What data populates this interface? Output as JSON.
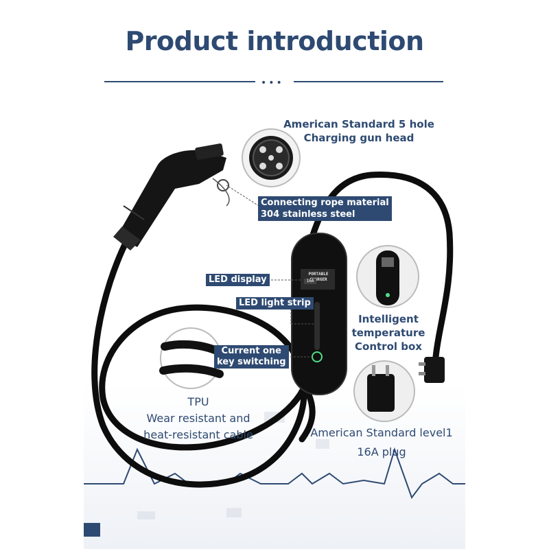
{
  "header": {
    "title": "Product introduction"
  },
  "labels": {
    "gun_head": [
      "American Standard 5 hole",
      "Charging gun head"
    ],
    "rope": [
      "Connecting rope material",
      "304 stainless steel"
    ],
    "led_display": "LED display",
    "led_strip": "LED light strip",
    "switching": [
      "Current one",
      "key switching"
    ],
    "control_box": [
      "Intelligent",
      "temperature",
      "Control box"
    ],
    "cable": [
      "TPU",
      "Wear resistant and",
      "heat-resistant cable"
    ],
    "plug": [
      "American Standard level1",
      "16A plug"
    ]
  },
  "device": {
    "screen_title": "PORTABLE CHARGER",
    "current_readout": "16A"
  },
  "colors": {
    "accent": "#2e4a72",
    "cable": "#0d0d0d",
    "led": "#4fe08a"
  }
}
